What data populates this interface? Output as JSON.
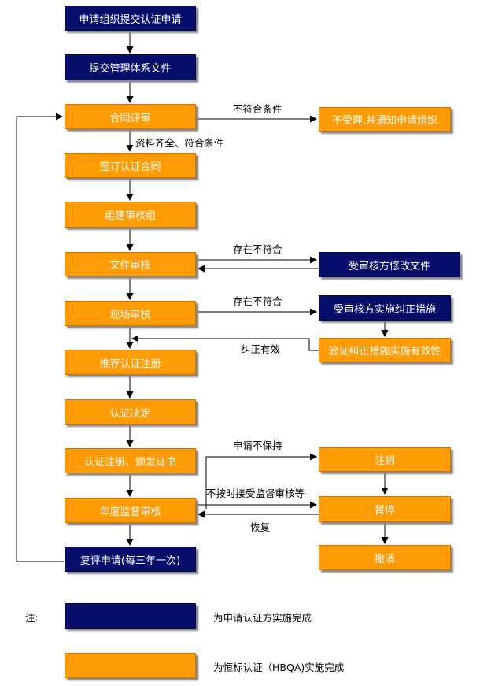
{
  "nodes": {
    "n1": "申请组织提交认证申请",
    "n2": "提交管理体系文件",
    "n3": "合同评审",
    "n4": "签订认证合同",
    "n5": "组建审核组",
    "n6": "文件审核",
    "n7": "现场审核",
    "n8": "推荐认证注册",
    "n9": "认证决定",
    "n10": "认证注册、颁发证书",
    "n11": "年度监督审核",
    "n12": "复评申请(每三年一次)",
    "r1": "不受理,并通知申请组织",
    "r2": "受审核方修改文件",
    "r3": "受审核方实施纠正措施",
    "r4": "验证纠正措施实施有效性",
    "r5": "注销",
    "r6": "暂停",
    "r7": "撤消"
  },
  "edge_labels": {
    "e1": "不符合条件",
    "e2": "资料齐全、符合条件",
    "e3": "存在不符合",
    "e4": "存在不符合",
    "e5": "纠正有效",
    "e6": "申请不保持",
    "e7": "不按时接受监督审核等",
    "e8": "恢复"
  },
  "legend": {
    "note": "注:",
    "navy_text": "为申请认证方实施完成",
    "orange_text": "为恒标认证（HBQA)实施完成"
  },
  "colors": {
    "navy": "#070d6b",
    "orange": "#ff9b05"
  }
}
